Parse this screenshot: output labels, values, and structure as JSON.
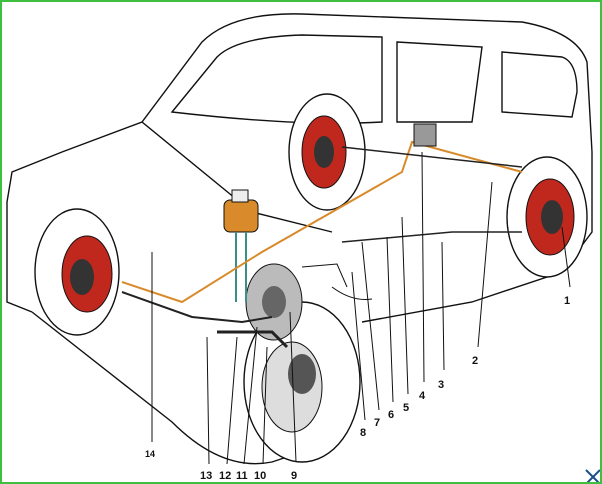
{
  "diagram": {
    "callouts": [
      "1",
      "2",
      "3",
      "4",
      "5",
      "6",
      "7",
      "8",
      "9",
      "10",
      "11",
      "12",
      "13",
      "14"
    ],
    "colors": {
      "brake_red": "#c0281e",
      "fluid_orange": "#d98a2a",
      "pipe_teal": "#3b8f8a",
      "border": "#3fbf3f"
    },
    "corner_icon": "tools-icon"
  }
}
